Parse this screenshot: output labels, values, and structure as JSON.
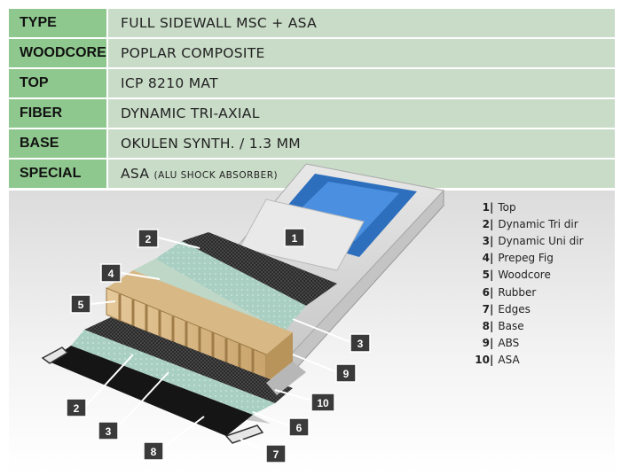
{
  "specs": [
    {
      "key": "TYPE",
      "value": "FULL SIDEWALL MSC + ASA"
    },
    {
      "key": "WOODCORE",
      "value": "POPLAR COMPOSITE"
    },
    {
      "key": "TOP",
      "value": "ICP 8210 MAT"
    },
    {
      "key": "FIBER",
      "value": "DYNAMIC TRI-AXIAL"
    },
    {
      "key": "BASE",
      "value": "OKULEN SYNTH. / 1.3 MM"
    },
    {
      "key": "SPECIAL",
      "value": "ASA",
      "note": "(ALU SHOCK ABSORBER)"
    }
  ],
  "legend": [
    {
      "num": "1",
      "label": "Top"
    },
    {
      "num": "2",
      "label": "Dynamic Tri dir"
    },
    {
      "num": "3",
      "label": "Dynamic Uni dir"
    },
    {
      "num": "4",
      "label": "Prepeg Fig"
    },
    {
      "num": "5",
      "label": "Woodcore"
    },
    {
      "num": "6",
      "label": "Rubber"
    },
    {
      "num": "7",
      "label": "Edges"
    },
    {
      "num": "8",
      "label": "Base"
    },
    {
      "num": "9",
      "label": "ABS"
    },
    {
      "num": "10",
      "label": "ASA"
    }
  ],
  "callouts": [
    "1",
    "2",
    "4",
    "5",
    "3",
    "9",
    "10",
    "2",
    "3",
    "6",
    "8",
    "7"
  ],
  "colors": {
    "key_bg": "#8fc88e",
    "value_bg": "#c9dcc8",
    "callout_bg": "#3a3a3a"
  }
}
